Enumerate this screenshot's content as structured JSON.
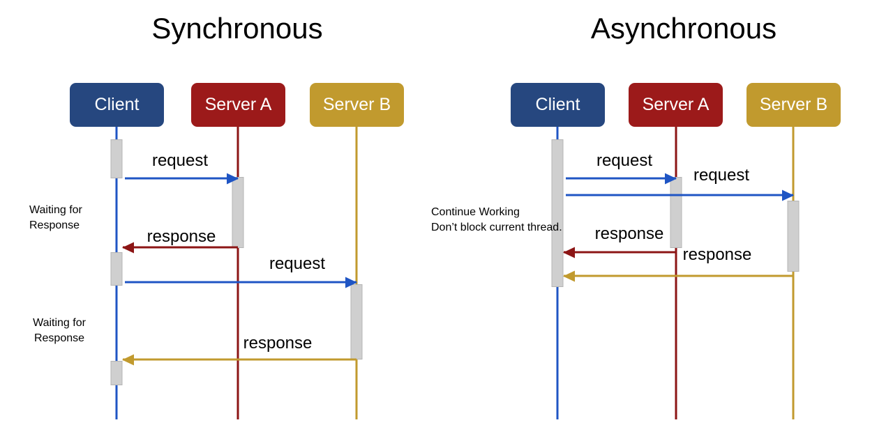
{
  "diagram": {
    "title_left": "Synchronous",
    "title_right": "Asynchronous",
    "colors": {
      "client": "#26477f",
      "server_a": "#9c1a1a",
      "server_b": "#c19a2e",
      "client_line": "#1f55c4",
      "server_a_line": "#8c1515",
      "server_b_line": "#c19a2e",
      "activation": "#cfcfcf",
      "background": "#ffffff",
      "text": "#000000"
    }
  },
  "sync": {
    "title": "Synchronous",
    "participants": [
      {
        "name": "client",
        "label": "Client"
      },
      {
        "name": "server-a",
        "label": "Server A"
      },
      {
        "name": "server-b",
        "label": "Server B"
      }
    ],
    "messages": [
      {
        "label": "request",
        "from": "Client",
        "to": "Server A",
        "color": "blue"
      },
      {
        "label": "response",
        "from": "Server A",
        "to": "Client",
        "color": "red"
      },
      {
        "label": "request",
        "from": "Client",
        "to": "Server B",
        "color": "blue"
      },
      {
        "label": "response",
        "from": "Server B",
        "to": "Client",
        "color": "gold"
      }
    ],
    "notes": [
      {
        "text": "Waiting for\nResponse"
      },
      {
        "text": "Waiting for\nResponse"
      }
    ]
  },
  "async": {
    "title": "Asynchronous",
    "participants": [
      {
        "name": "client",
        "label": "Client"
      },
      {
        "name": "server-a",
        "label": "Server A"
      },
      {
        "name": "server-b",
        "label": "Server B"
      }
    ],
    "messages": [
      {
        "label": "request",
        "from": "Client",
        "to": "Server A",
        "color": "blue"
      },
      {
        "label": "request",
        "from": "Client",
        "to": "Server B",
        "color": "blue"
      },
      {
        "label": "response",
        "from": "Server A",
        "to": "Client",
        "color": "red"
      },
      {
        "label": "response",
        "from": "Server B",
        "to": "Client",
        "color": "gold"
      }
    ],
    "notes": [
      {
        "text": "Continue Working\nDon’t block current thread."
      }
    ]
  }
}
